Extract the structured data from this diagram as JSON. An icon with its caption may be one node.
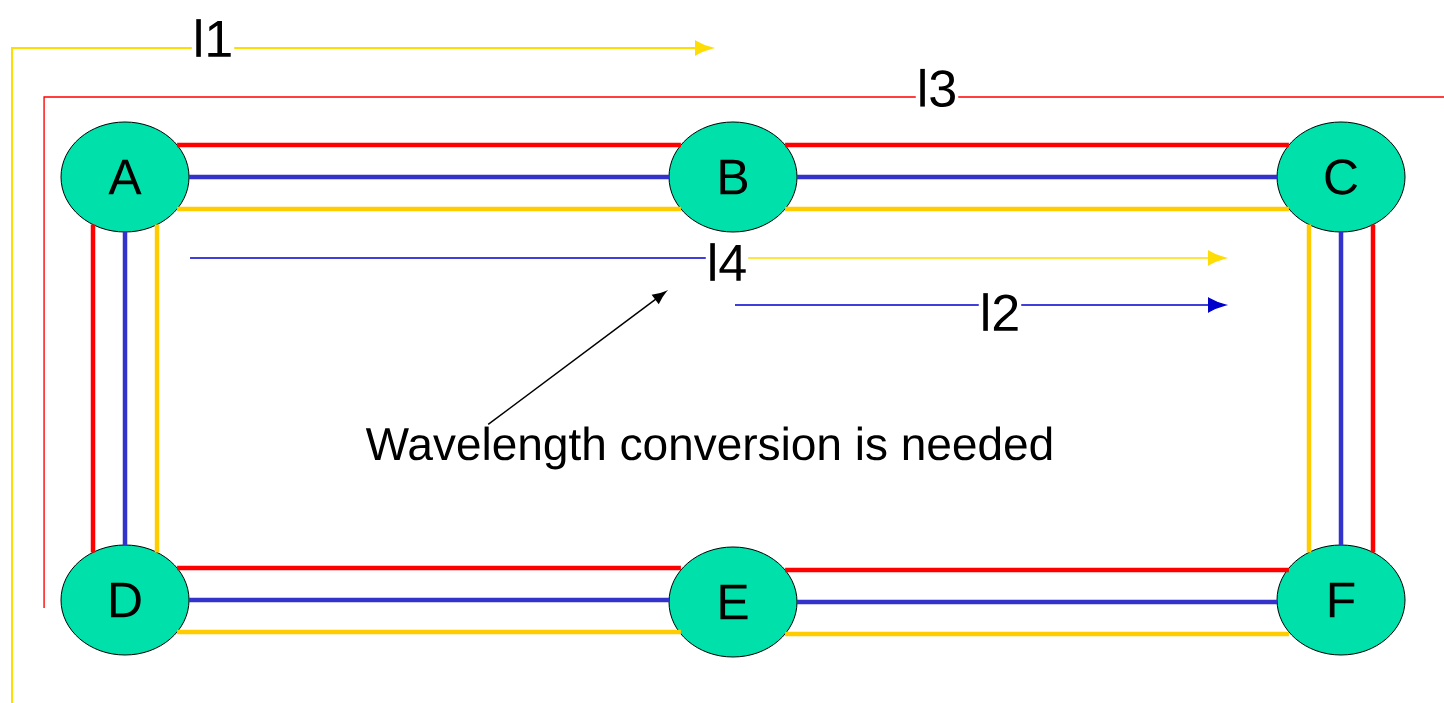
{
  "diagram": {
    "nodes": [
      {
        "text": [
          "A"
        ]
      },
      {
        "text": [
          "B"
        ]
      },
      {
        "text": [
          "C"
        ]
      },
      {
        "text": [
          "D"
        ]
      },
      {
        "text": [
          "E"
        ]
      },
      {
        "text": [
          "F"
        ]
      },
      {
        "text": [
          "Wavelength conversion is needed"
        ]
      }
    ],
    "edges": [
      {
        "from": 0,
        "to": 1,
        "arrow": "none",
        "color": "#ff0000"
      },
      {
        "from": 0,
        "to": 1,
        "arrow": "none",
        "color": "#3333cc"
      },
      {
        "from": 0,
        "to": 1,
        "arrow": "none",
        "color": "#ffcc00"
      },
      {
        "from": 1,
        "to": 2,
        "arrow": "none",
        "color": "#ff0000"
      },
      {
        "from": 1,
        "to": 2,
        "arrow": "none",
        "color": "#3333cc"
      },
      {
        "from": 1,
        "to": 2,
        "arrow": "none",
        "color": "#ffcc00"
      },
      {
        "from": 0,
        "to": 3,
        "arrow": "none",
        "color": "#ff0000"
      },
      {
        "from": 0,
        "to": 3,
        "arrow": "none",
        "color": "#3333cc"
      },
      {
        "from": 0,
        "to": 3,
        "arrow": "none",
        "color": "#ffcc00"
      },
      {
        "from": 2,
        "to": 5,
        "arrow": "none",
        "color": "#ffcc00"
      },
      {
        "from": 2,
        "to": 5,
        "arrow": "none",
        "color": "#3333cc"
      },
      {
        "from": 2,
        "to": 5,
        "arrow": "none",
        "color": "#ff0000"
      },
      {
        "from": 3,
        "to": 4,
        "arrow": "none",
        "color": "#ff0000"
      },
      {
        "from": 3,
        "to": 4,
        "arrow": "none",
        "color": "#3333cc"
      },
      {
        "from": 3,
        "to": 4,
        "arrow": "none",
        "color": "#ffcc00"
      },
      {
        "from": 4,
        "to": 5,
        "arrow": "none",
        "color": "#ff0000"
      },
      {
        "from": 4,
        "to": 5,
        "arrow": "none",
        "color": "#3333cc"
      },
      {
        "from": 4,
        "to": 5,
        "arrow": "none",
        "color": "#ffcc00"
      },
      {
        "from": 6,
        "to": null,
        "arrow": "to",
        "color": "#000000"
      }
    ],
    "labels": [
      "l1",
      "l3",
      "l4",
      "l2"
    ]
  }
}
